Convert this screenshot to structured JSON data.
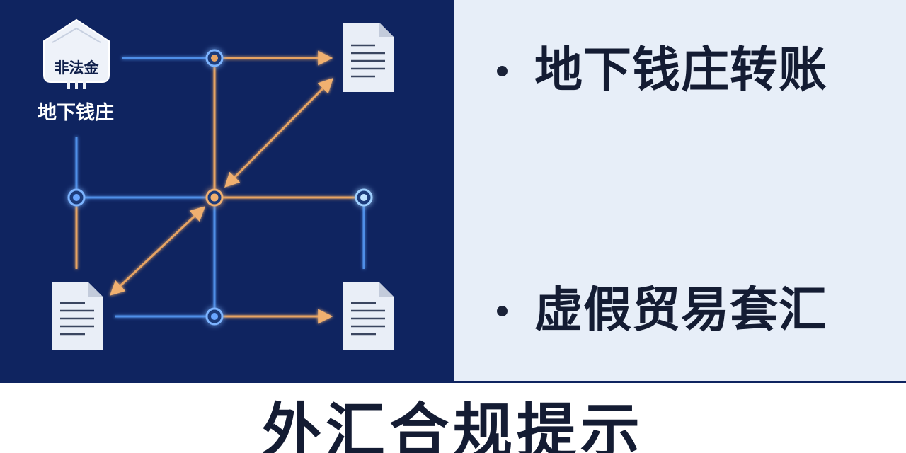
{
  "diagram": {
    "source_badge_text": "非法金",
    "source_label": "地下钱庄",
    "colors": {
      "panel_background": "#0f2460",
      "blue_line": "#4f8fe8",
      "orange_line": "#e7a464",
      "document": "#e9eef7"
    }
  },
  "bullets": [
    {
      "text": "地下钱庄转账"
    },
    {
      "text": "虚假贸易套汇"
    }
  ],
  "footer": {
    "title": "外汇合规提示"
  }
}
